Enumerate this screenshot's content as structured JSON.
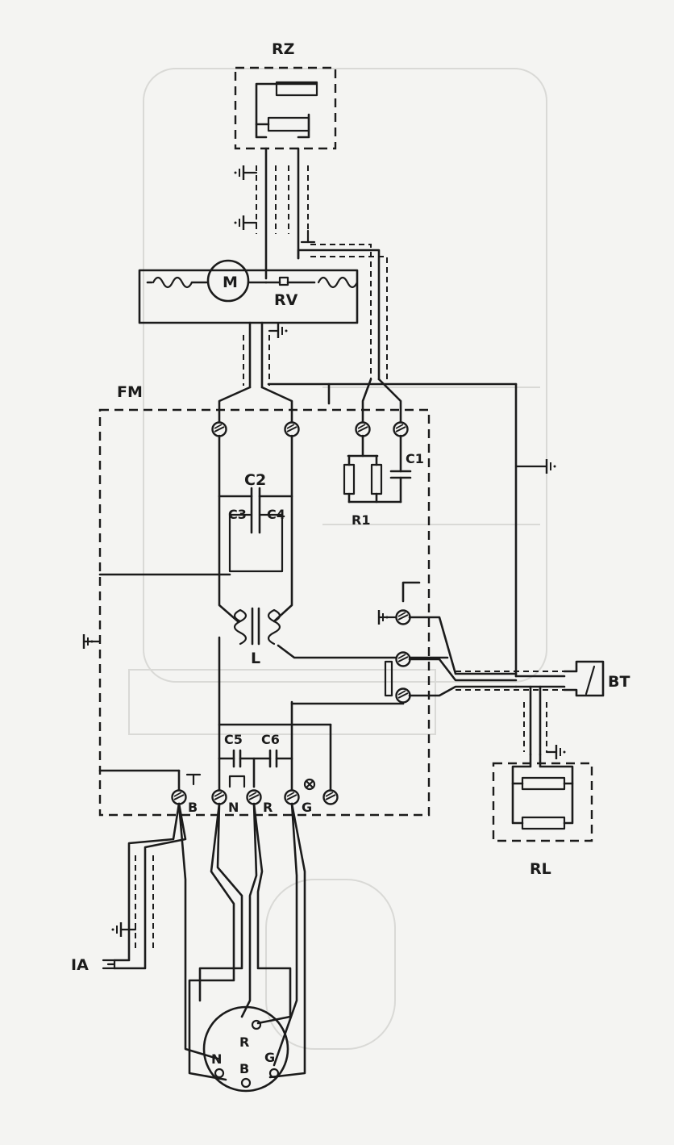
{
  "labels": {
    "rz": "RZ",
    "m": "M",
    "rv": "RV",
    "fm": "FM",
    "c2": "C2",
    "c3": "C3",
    "c4": "C4",
    "c1": "C1",
    "r1": "R1",
    "l": "L",
    "c5": "C5",
    "c6": "C6",
    "b": "B",
    "n": "N",
    "r": "R",
    "g": "G",
    "bt": "BT",
    "rl": "RL",
    "ia": "IA",
    "conn_r": "R",
    "conn_n": "N",
    "conn_b": "B",
    "conn_g": "G"
  },
  "colors": {
    "ink": "#1b1b1b",
    "paper": "#f4f4f2",
    "ghost": "#d9d9d6"
  }
}
